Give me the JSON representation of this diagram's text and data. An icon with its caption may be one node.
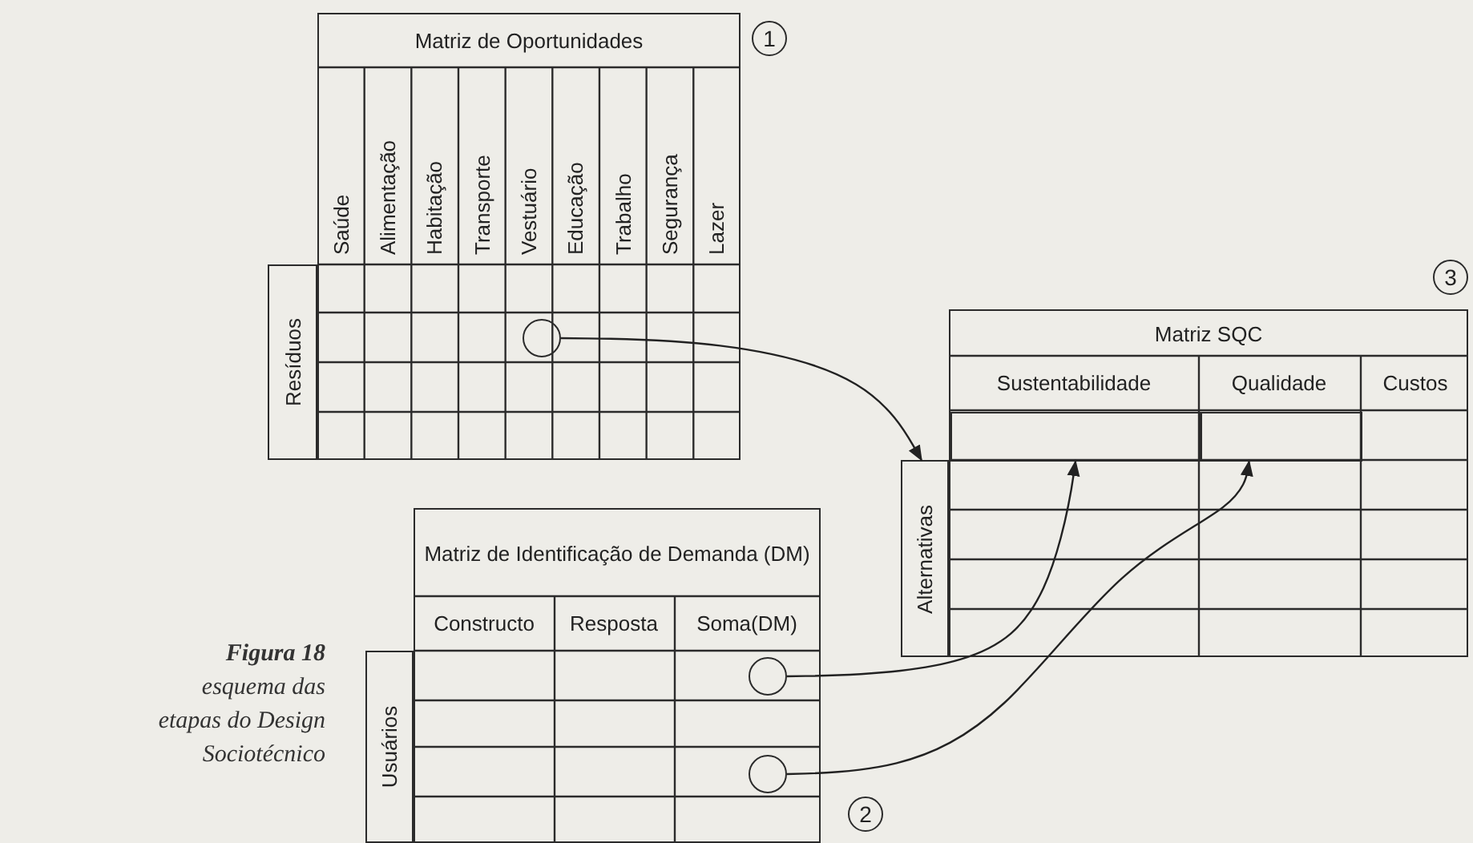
{
  "diagram": {
    "caption": "**Figura 18** esquema das etapas do Design Sociotécnico",
    "nodes": [
      {
        "text": [
          "Matriz de Oportunidades"
        ]
      },
      {
        "text": [
          "Resíduos"
        ]
      },
      {
        "text": [],
        "shape": "circle",
        "in": 0
      },
      {
        "text": [
          "Matriz SQC"
        ]
      },
      {
        "text": [
          "Alternativas"
        ]
      },
      {
        "text": [],
        "shape": "box",
        "in": 3
      },
      {
        "text": [],
        "shape": "box",
        "in": 3
      },
      {
        "text": [
          "Matriz de Identificação de Demanda (DM)"
        ]
      },
      {
        "text": [
          "Usuários"
        ]
      },
      {
        "text": [],
        "shape": "circle",
        "in": 7
      },
      {
        "text": [],
        "shape": "circle",
        "in": 7
      },
      {
        "text": [
          "1"
        ]
      },
      {
        "text": [
          "3"
        ]
      },
      {
        "text": [
          "2"
        ]
      }
    ],
    "edges": [
      {
        "from": 2,
        "to": 4,
        "arrow": "to"
      },
      {
        "from": 9,
        "to": 5,
        "arrow": "to"
      },
      {
        "from": 10,
        "to": 6,
        "arrow": "to"
      }
    ],
    "labels": [
      "Saúde",
      "Alimentação",
      "Habitação",
      "Transporte",
      "Vestuário",
      "Educação",
      "Trabalho",
      "Segurança",
      "Lazer",
      "Sustentabilidade",
      "Qualidade",
      "Custos",
      "Constructo",
      "Resposta",
      "Soma(DM)"
    ]
  }
}
